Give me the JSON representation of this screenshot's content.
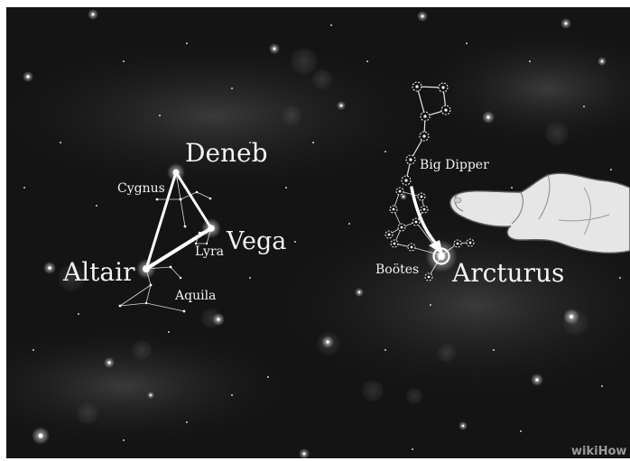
{
  "labels": {
    "deneb": "Deneb",
    "vega": "Vega",
    "altair": "Altair",
    "cygnus": "Cygnus",
    "lyra": "Lyra",
    "aquila": "Aquila",
    "big_dipper": "Big Dipper",
    "bootes": "Boötes",
    "arcturus": "Arcturus"
  },
  "watermark": "wikiHow",
  "icons": {
    "pointing_hand": "pointing-hand-icon"
  },
  "colors": {
    "sky": "#141414",
    "lines": "#ffffff",
    "text": "#f2f2f2"
  }
}
